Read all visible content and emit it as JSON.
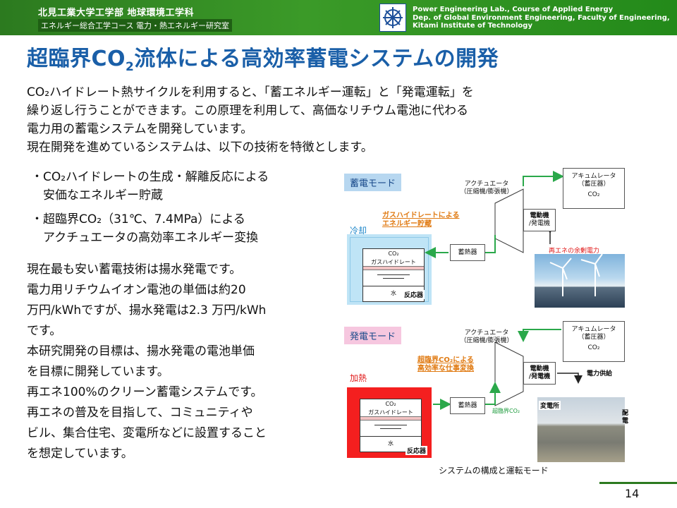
{
  "header": {
    "line1": "北見工業大学工学部 地球環境工学科",
    "line2": "エネルギー総合工学コース 電力・熱エネルギー研究室",
    "right1": "Power Engineering Lab., Course of Applied Energy",
    "right2": "Dep. of Global Environment Engineering, Faculty of Engineering,",
    "right3": "Kitami Institute of Technology"
  },
  "title": {
    "pre": "超臨界CO",
    "sub": "2",
    "post": "流体による高効率蓄電システムの開発"
  },
  "intro": [
    "CO₂ハイドレート熱サイクルを利用すると、「蓄エネルギー運転」と「発電運転」を",
    "繰り返し行うことができます。この原理を利用して、高価なリチウム電池に代わる",
    "電力用の蓄電システムを開発しています。",
    "現在開発を進めているシステムは、以下の技術を特徴とします。"
  ],
  "bullets": [
    {
      "l1": "・CO₂ハイドレートの生成・解離反応による",
      "l2": "　安価なエネルギー貯蔵"
    },
    {
      "l1": "・超臨界CO₂（31℃、7.4MPa）による",
      "l2": "　アクチュエータの高効率エネルギー変換"
    }
  ],
  "body": [
    "現在最も安い蓄電技術は揚水発電です。",
    "電力用リチウムイオン電池の単価は約20",
    "万円/kWhですが、揚水発電は2.3 万円/kWh",
    "です。",
    "本研究開発の目標は、揚水発電の電池単価",
    "を目標に開発しています。",
    "再エネ100%のクリーン蓄電システムです。",
    "再エネの普及を目指して、コミュニティや",
    "ビル、集合住宅、変電所などに設置すること",
    "を想定しています。"
  ],
  "diagram_store": {
    "mode": "蓄電モード",
    "side": "冷却",
    "tank_l1": "CO₂",
    "tank_l2": "ガスハイドレート",
    "water": "水",
    "reactor": "反応器",
    "actuator_l1": "アクチュエータ",
    "actuator_l2": "（圧縮機/膨張機）",
    "accum_l1": "アキュムレータ",
    "accum_l2": "（蓄圧器）",
    "accum_l3": "CO₂",
    "motor_l1": "電動機",
    "motor_l2": "/発電機",
    "heat": "蓄熱器",
    "orange_l1": "ガスハイドレートによる",
    "orange_l2": "エネルギー貯蔵",
    "red": "再エネの余剰電力"
  },
  "diagram_gen": {
    "mode": "発電モード",
    "side": "加熱",
    "tank_l1": "CO₂",
    "tank_l2": "ガスハイドレート",
    "water": "水",
    "reactor": "反応器",
    "actuator_l1": "アクチュエータ",
    "actuator_l2": "（圧縮機/膨張機）",
    "accum_l1": "アキュムレータ",
    "accum_l2": "（蓄圧器）",
    "accum_l3": "CO₂",
    "motor_l1": "電動機",
    "motor_l2": "/発電機",
    "heat": "蓄熱器",
    "orange_l1": "超臨界CO₂による",
    "orange_l2": "高効率な仕事変換",
    "green": "超臨界CO₂",
    "supply": "電力供給",
    "substation": "変電所",
    "distribution": "配電"
  },
  "caption": "システムの構成と運転モード",
  "page": "14"
}
